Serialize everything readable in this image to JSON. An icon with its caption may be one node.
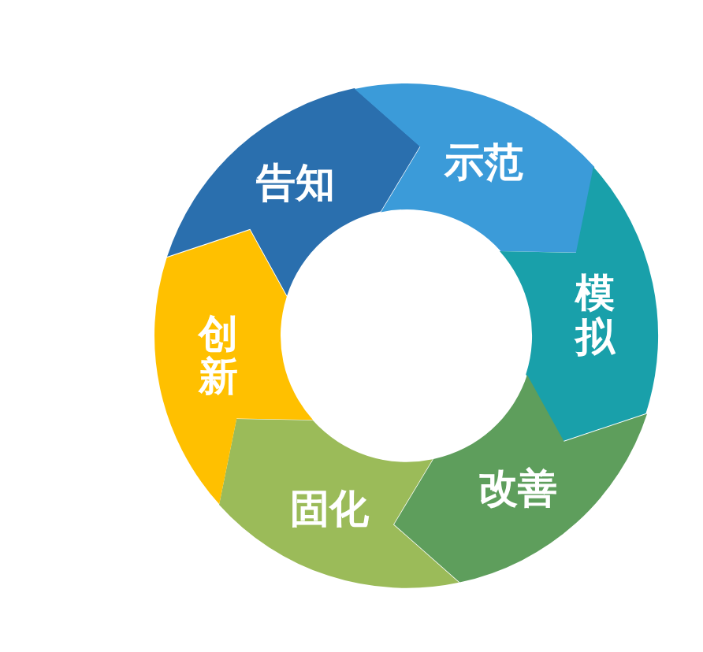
{
  "diagram": {
    "nodes": [
      {
        "text": [
          "告知"
        ]
      },
      {
        "text": [
          "示范"
        ]
      },
      {
        "text": [
          "模拟"
        ]
      },
      {
        "text": [
          "改善"
        ]
      },
      {
        "text": [
          "固化"
        ]
      },
      {
        "text": [
          "创新"
        ]
      }
    ]
  }
}
